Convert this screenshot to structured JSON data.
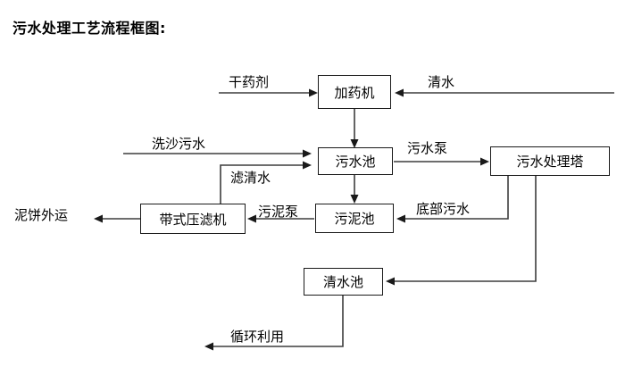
{
  "title": "污水处理工艺流程框图:",
  "diagram": {
    "type": "flowchart",
    "nodes": [
      {
        "id": "dosing-machine",
        "label": "加药机"
      },
      {
        "id": "sewage-pool",
        "label": "污水池"
      },
      {
        "id": "treatment-tower",
        "label": "污水处理塔"
      },
      {
        "id": "belt-filter-press",
        "label": "带式压滤机"
      },
      {
        "id": "sludge-pool",
        "label": "污泥池"
      },
      {
        "id": "clean-water-pool",
        "label": "清水池"
      }
    ],
    "edge_labels": [
      {
        "id": "dry-reagent",
        "label": "干药剂"
      },
      {
        "id": "clean-water-in",
        "label": "清水"
      },
      {
        "id": "sand-washing-sewage",
        "label": "洗沙污水"
      },
      {
        "id": "filtered-clear-water",
        "label": "滤清水"
      },
      {
        "id": "sewage-pump",
        "label": "污水泵"
      },
      {
        "id": "mud-cake-transport",
        "label": "泥饼外运"
      },
      {
        "id": "sludge-pump",
        "label": "污泥泵"
      },
      {
        "id": "bottom-sewage",
        "label": "底部污水"
      },
      {
        "id": "recycling-reuse",
        "label": "循环利用"
      }
    ]
  },
  "colors": {
    "box_border": "#1a1a1a",
    "wire": "#3d3d3d",
    "text": "#000000",
    "background": "#ffffff"
  }
}
